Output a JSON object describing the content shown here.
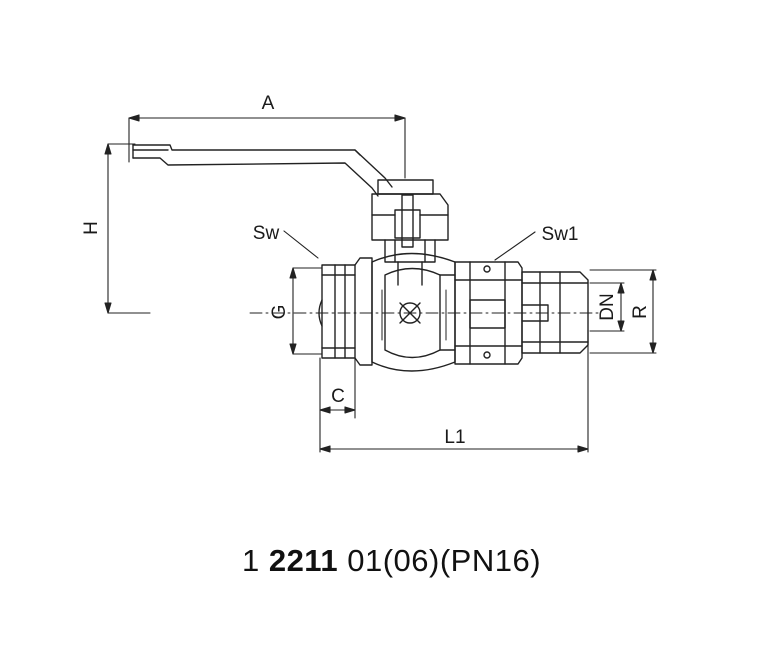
{
  "drawing": {
    "labels": {
      "a": "A",
      "h": "H",
      "sw": "Sw",
      "sw1": "Sw1",
      "g": "G",
      "c": "C",
      "l1": "L1",
      "dn": "DN",
      "r": "R"
    }
  },
  "caption": {
    "prefix": "1",
    "code": "2211",
    "variant": "01(06)",
    "pressure": "(PN16)"
  }
}
